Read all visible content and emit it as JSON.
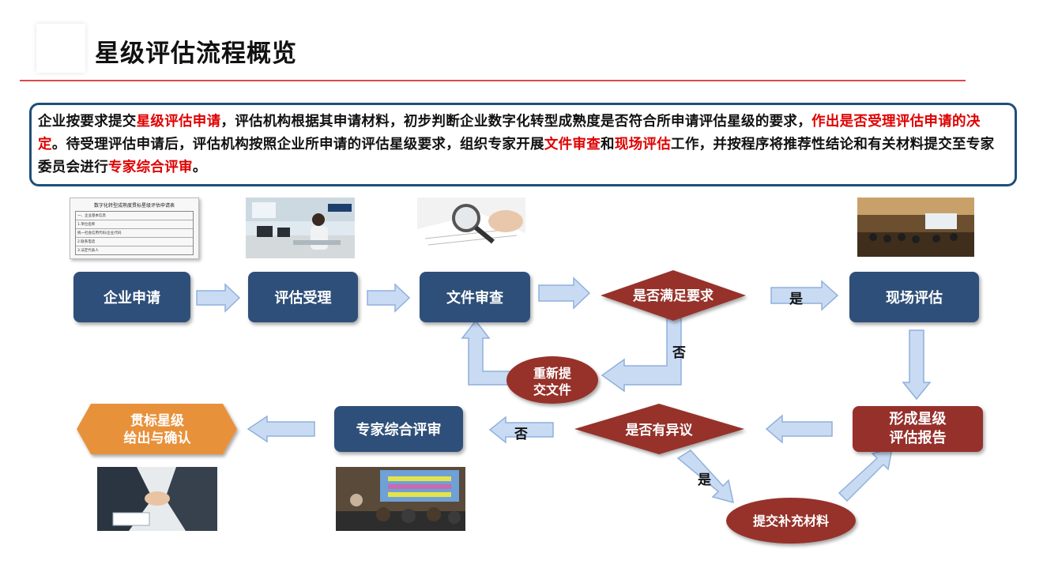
{
  "page": {
    "title": "星级评估流程概览"
  },
  "intro": {
    "segments": [
      {
        "text": "企业按要求提交",
        "highlight": false
      },
      {
        "text": "星级评估申请",
        "highlight": true
      },
      {
        "text": "，评估机构根据其申请材料，初步判断企业数字化转型成熟度是否符合所申请评估星级的要求，",
        "highlight": false
      },
      {
        "text": "作出是否受理评估申请的决定",
        "highlight": true
      },
      {
        "text": "。待受理评估申请后，评估机构按照企业所申请的评估星级要求，组织专家开展",
        "highlight": false
      },
      {
        "text": "文件审查",
        "highlight": true
      },
      {
        "text": "和",
        "highlight": false
      },
      {
        "text": "现场评估",
        "highlight": true
      },
      {
        "text": "工作，并按程序将推荐性结论和有关材料提交至专家委员会进行",
        "highlight": false
      },
      {
        "text": "专家综合评审",
        "highlight": true
      },
      {
        "text": "。",
        "highlight": false
      }
    ]
  },
  "form": {
    "title": "数字化转型成熟度贯标星级评估申请表",
    "rows": [
      "一、企业基本信息",
      "1.单位名称",
      "统一社会信用代码/企业代码",
      "2.联系电话",
      "3.法定代表人"
    ]
  },
  "flow": {
    "step1": "企业申请",
    "step2": "评估受理",
    "step3": "文件审查",
    "decision1": "是否满足要求",
    "step4": "现场评估",
    "resubmit": [
      "重新提",
      "交文件"
    ],
    "report": [
      "形成星级",
      "评估报告"
    ],
    "decision2": "是否有异议",
    "review": "专家综合评审",
    "final": [
      "贯标星级",
      "给出与确认"
    ],
    "supplement": "提交补充材料",
    "yes": "是",
    "no": "否"
  },
  "colors": {
    "navy": "#2e4f79",
    "darkred": "#96302b",
    "orange": "#e8913b",
    "arrow": "#c9dbf3",
    "arrow_border": "#8fb0dd",
    "highlight": "#e00000"
  }
}
